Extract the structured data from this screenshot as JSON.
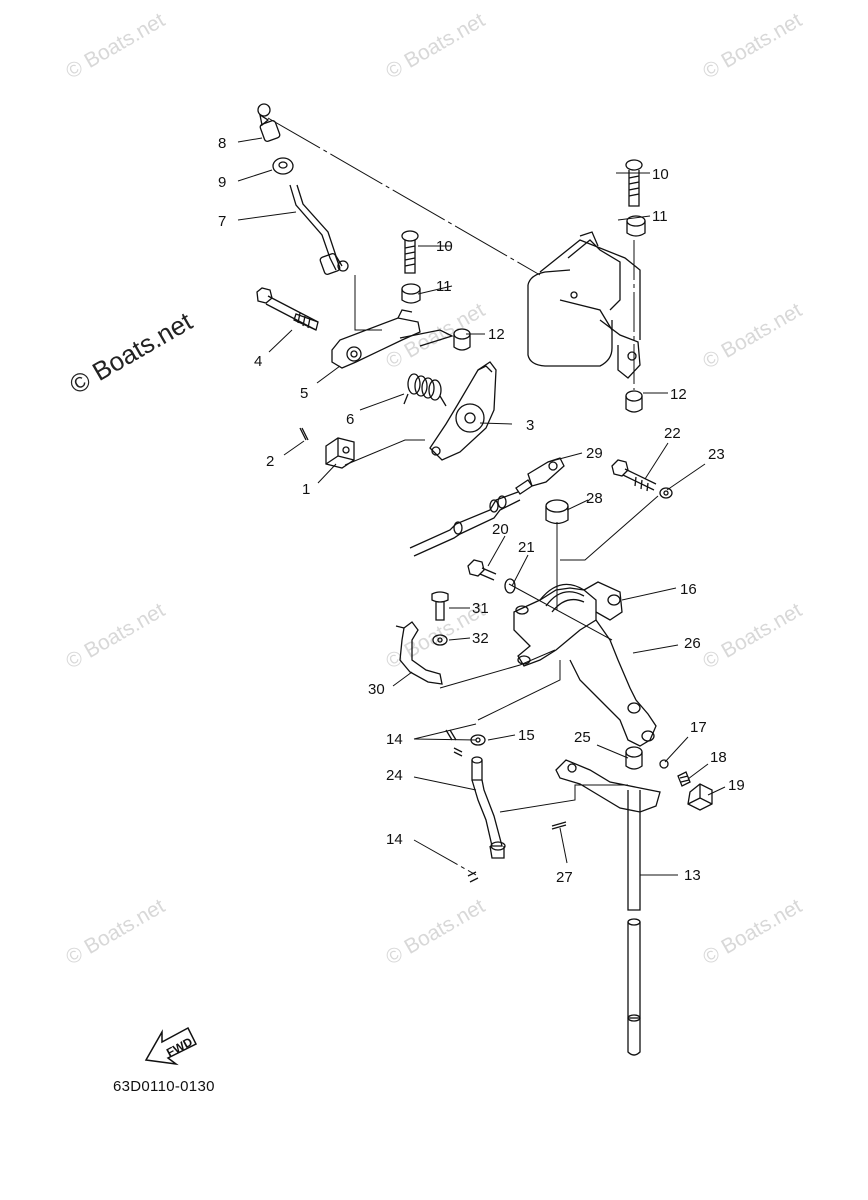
{
  "watermark": "© Boats.net",
  "drawing_code": "63D0110-0130",
  "fwd_label": "FWD",
  "callouts": {
    "c1": "1",
    "c2": "2",
    "c3": "3",
    "c4": "4",
    "c5": "5",
    "c6": "6",
    "c7": "7",
    "c8": "8",
    "c9": "9",
    "c10a": "10",
    "c10b": "10",
    "c11a": "11",
    "c11b": "11",
    "c12a": "12",
    "c12b": "12",
    "c13": "13",
    "c14a": "14",
    "c14b": "14",
    "c15": "15",
    "c16": "16",
    "c17": "17",
    "c18": "18",
    "c19": "19",
    "c20": "20",
    "c21": "21",
    "c22": "22",
    "c23": "23",
    "c24": "24",
    "c25": "25",
    "c26": "26",
    "c27": "27",
    "c28": "28",
    "c29": "29",
    "c30": "30",
    "c31": "31",
    "c32": "32"
  }
}
